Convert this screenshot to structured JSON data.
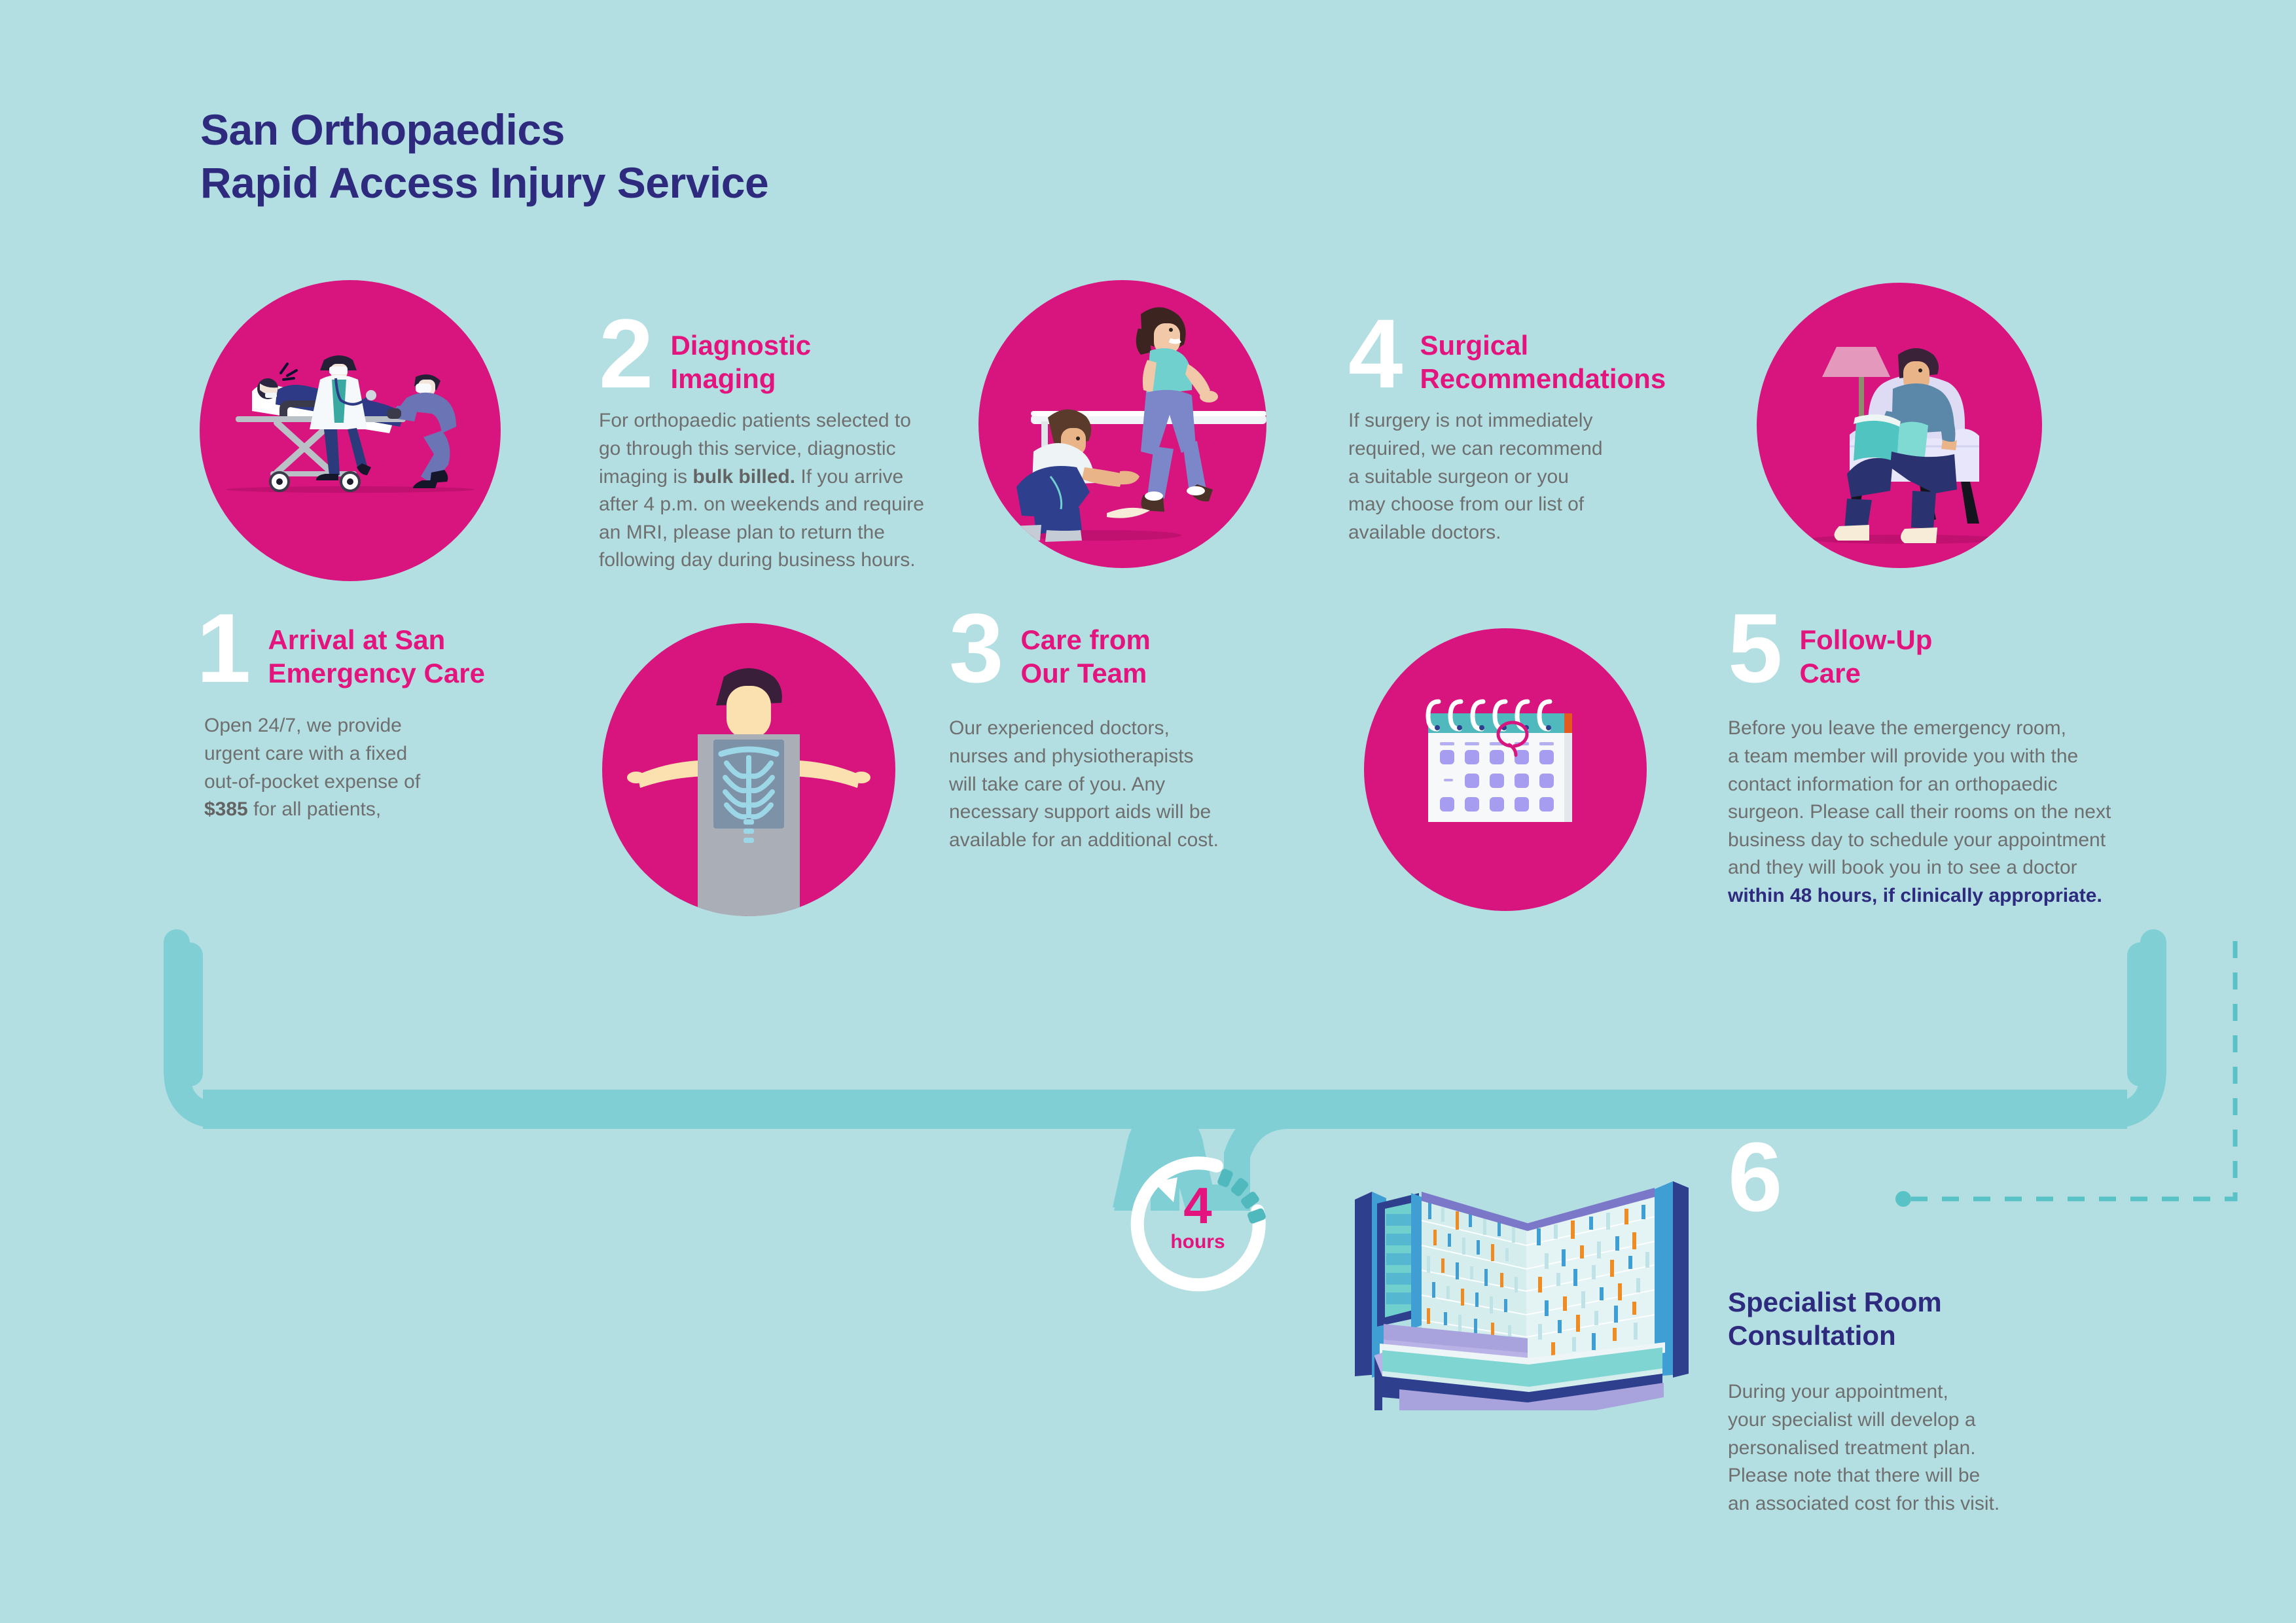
{
  "title": {
    "line1": "San Orthopaedics",
    "line2": "Rapid Access Injury Service"
  },
  "colors": {
    "background": "#b3dfe2",
    "navy": "#2e2b7f",
    "pink": "#e3147e",
    "circle_pink": "#d8157e",
    "band_teal": "#7fcfd4",
    "body_grey": "#6f6f6f",
    "white": "#ffffff"
  },
  "steps": [
    {
      "number": "1",
      "heading": "Arrival at San\nEmergency Care",
      "heading_color": "pink",
      "body_pre": "Open 24/7, we provide\nurgent care with a fixed\nout-of-pocket expense of\n",
      "body_bold": "$385",
      "body_post": " for all patients,",
      "illustration": "stretcher-illustration"
    },
    {
      "number": "2",
      "heading": "Diagnostic\nImaging",
      "heading_color": "pink",
      "body_pre": "For orthopaedic patients selected to\ngo through this service, diagnostic\nimaging is ",
      "body_bold": "bulk billed.",
      "body_post": " If you arrive\nafter 4 p.m. on weekends and require\nan MRI, please plan to return the\nfollowing day during business hours.",
      "illustration": "xray-illustration"
    },
    {
      "number": "3",
      "heading": "Care from\nOur Team",
      "heading_color": "pink",
      "body_pre": "Our experienced doctors,\nnurses and physiotherapists\nwill take care of you. Any\nnecessary support aids will be\navailable for an additional cost.",
      "body_bold": "",
      "body_post": "",
      "illustration": "physiotherapy-illustration"
    },
    {
      "number": "4",
      "heading": "Surgical\nRecommendations",
      "heading_color": "pink",
      "body_pre": "If surgery is not immediately\nrequired, we can recommend\na suitable surgeon or you\nmay choose from our list of\navailable doctors.",
      "body_bold": "",
      "body_post": "",
      "illustration": "calendar-illustration"
    },
    {
      "number": "5",
      "heading": "Follow-Up\nCare",
      "heading_color": "pink",
      "body_pre": "Before you leave the emergency room,\na team member will provide you with the\ncontact information for an orthopaedic\nsurgeon. Please call their rooms on the next\nbusiness day to schedule your appointment\nand they will book you in to see a doctor\n",
      "body_bold": "within 48 hours, if clinically appropriate.",
      "body_post": "",
      "illustration": "armchair-reading-illustration"
    },
    {
      "number": "6",
      "heading": "Specialist Room\nConsultation",
      "heading_color": "navy",
      "body_pre": "During your appointment,\nyour specialist will develop a\npersonalised treatment plan.\nPlease note that there will be\nan associated cost for this visit.",
      "body_bold": "",
      "body_post": "",
      "illustration": "hospital-building-illustration"
    }
  ],
  "clock": {
    "value": "4",
    "unit": "hours"
  }
}
